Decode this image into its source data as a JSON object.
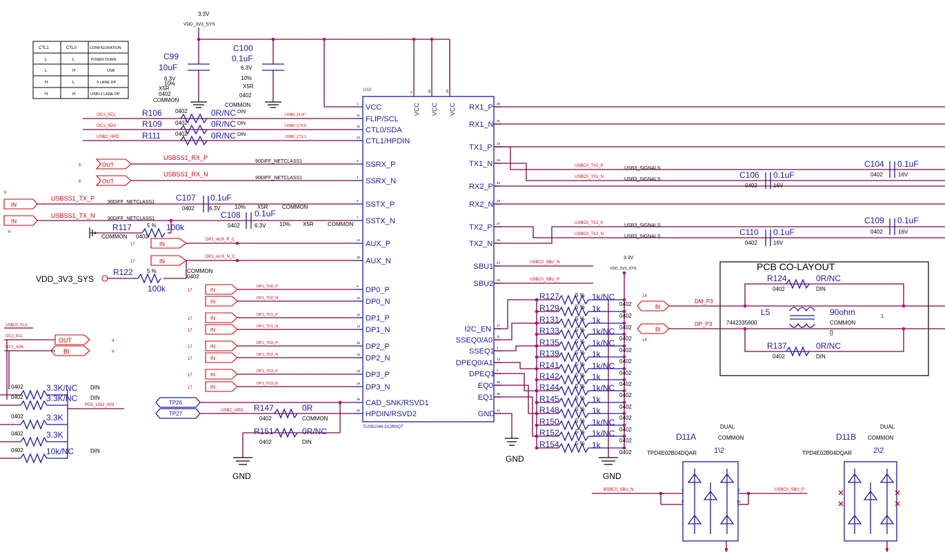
{
  "title_power": "3.3V",
  "vdd_net": "VDD_3V3_SYS",
  "config_table": {
    "headers": [
      "CTL1",
      "CTL0",
      "CONFIGURATION"
    ],
    "rows": [
      [
        "L",
        "L",
        "POWER DOWN"
      ],
      [
        "L",
        "H",
        "USB"
      ],
      [
        "H",
        "L",
        "4 LANE DP"
      ],
      [
        "H",
        "H",
        "USB+2 LANE DP"
      ]
    ]
  },
  "caps_top": [
    {
      "ref": "C99",
      "val": "10uF",
      "v": "6.3V",
      "tol": "10%",
      "diel": "X5R",
      "pkg": "0402",
      "opt": "COMMON"
    },
    {
      "ref": "C100",
      "val": "0.1uF",
      "v": "6.3V",
      "tol": "10%",
      "diel": "X5R",
      "pkg": "0402",
      "opt": "COMMON"
    }
  ],
  "ic": {
    "ref": "U13",
    "part": "TUSB1046-DCIRNQT",
    "left_pins": [
      {
        "name": "VCC",
        "num": "1"
      },
      {
        "name": "FLIP/SCL",
        "num": "21"
      },
      {
        "name": "CTL0/SDA",
        "num": "22"
      },
      {
        "name": "CTL1/HPDIN",
        "num": "23"
      },
      {
        "name": "SSRX_P",
        "num": "5"
      },
      {
        "name": "SSRX_N",
        "num": "4"
      },
      {
        "name": "SSTX_P",
        "num": "8"
      },
      {
        "name": "SSTX_N",
        "num": "7"
      },
      {
        "name": "AUX_P",
        "num": "24"
      },
      {
        "name": "AUX_N",
        "num": "25"
      },
      {
        "name": "DP0_P",
        "num": "9"
      },
      {
        "name": "DP0_N",
        "num": "10"
      },
      {
        "name": "DP1_P",
        "num": "12"
      },
      {
        "name": "DP1_N",
        "num": "13"
      },
      {
        "name": "DP2_P",
        "num": "15"
      },
      {
        "name": "DP2_N",
        "num": "16"
      },
      {
        "name": "DP3_P",
        "num": "18"
      },
      {
        "name": "DP3_N",
        "num": "19"
      },
      {
        "name": "CAD_SNK/RSVD1",
        "num": "29"
      },
      {
        "name": "HPDIN/RSVD2",
        "num": "32"
      }
    ],
    "right_pins": [
      {
        "name": "RX1_P",
        "num": "30"
      },
      {
        "name": "RX1_N",
        "num": "31"
      },
      {
        "name": "TX1_P",
        "num": "33"
      },
      {
        "name": "TX1_N",
        "num": "34"
      },
      {
        "name": "RX2_P",
        "num": "40"
      },
      {
        "name": "RX2_N",
        "num": "39"
      },
      {
        "name": "TX2_P",
        "num": "37"
      },
      {
        "name": "TX2_N",
        "num": "36"
      },
      {
        "name": "SBU1",
        "num": "27"
      },
      {
        "name": "SBU2",
        "num": "26"
      },
      {
        "name": "I2C_EN",
        "num": "17"
      },
      {
        "name": "SSEQ0/A0",
        "num": "11"
      },
      {
        "name": "SSEQ1",
        "num": "3"
      },
      {
        "name": "DPEQ0/A1",
        "num": "14"
      },
      {
        "name": "DPEQ1",
        "num": "2"
      },
      {
        "name": "EQ0",
        "num": "38"
      },
      {
        "name": "EQ1",
        "num": "35"
      },
      {
        "name": "GND",
        "num": "41"
      }
    ],
    "top_pins": [
      {
        "name": "VCC",
        "num": "6"
      },
      {
        "name": "VCC",
        "num": "20"
      },
      {
        "name": "VCC",
        "num": "28"
      }
    ]
  },
  "ctl_resistors": [
    {
      "ref": "R106",
      "pkg": "0402",
      "val": "0R/NC",
      "opt": "DIN",
      "net": "I2C1_SCL",
      "net2": "USB0_FLIP"
    },
    {
      "ref": "R109",
      "pkg": "0402",
      "val": "0R/NC",
      "opt": "DIN",
      "net": "I2C1_SDA",
      "net2": "USB0_CTL0"
    },
    {
      "ref": "R111",
      "pkg": "0402",
      "val": "0R/NC",
      "opt": "DIN",
      "net": "USBC_HPD",
      "net2": "USB0_CTL1"
    }
  ],
  "ss_ports": [
    {
      "dir": "OUT",
      "net": "USBSS1_RX_P",
      "page": "6"
    },
    {
      "dir": "OUT",
      "net": "USBSS1_RX_N",
      "page": "6"
    },
    {
      "dir": "IN",
      "net": "USBSS1_TX_P",
      "page": "6"
    },
    {
      "dir": "IN",
      "net": "USBSS1_TX_N",
      "page": "6"
    }
  ],
  "netclass": "90DIFF_NETCLASS1",
  "ss_caps": [
    {
      "ref": "C107",
      "val": "0.1uF",
      "pkg": "0402",
      "v": "6.3V",
      "tol": "10%",
      "diel": "X5R",
      "opt": "COMMON"
    },
    {
      "ref": "C108",
      "val": "0.1uF",
      "pkg": "0402",
      "v": "6.3V",
      "tol": "10%",
      "diel": "X5R",
      "opt": "COMMON"
    }
  ],
  "r117": {
    "ref": "R117",
    "tol": "5 %",
    "val": "100k",
    "pkg": "0402",
    "opt": "COMMON"
  },
  "r122": {
    "ref": "R122",
    "tol": "5 %",
    "val": "100k",
    "pkg": "0402",
    "opt": "COMMON"
  },
  "aux_ports": [
    {
      "dir": "IN",
      "net": "DP1_AUX_P_C",
      "page": "17"
    },
    {
      "dir": "IN",
      "net": "DP1_AUX_N_C",
      "page": "17"
    }
  ],
  "dp_ports": [
    {
      "dir": "IN",
      "net": "DP1_TD0_P",
      "page": "17"
    },
    {
      "dir": "IN",
      "net": "DP1_TD0_N",
      "page": ""
    },
    {
      "dir": "IN",
      "net": "DP1_TD1_P",
      "page": "17"
    },
    {
      "dir": "IN",
      "net": "DP1_TD1_N",
      "page": "17"
    },
    {
      "dir": "IN",
      "net": "DP1_TD2_P",
      "page": "17"
    },
    {
      "dir": "IN",
      "net": "DP1_TD2_N",
      "page": "17"
    },
    {
      "dir": "IN",
      "net": "DP1_TD3_P",
      "page": "17"
    },
    {
      "dir": "IN",
      "net": "DP1_TD3_N",
      "page": "17"
    }
  ],
  "tp": [
    {
      "ref": "TP26"
    },
    {
      "ref": "TP27"
    }
  ],
  "usbc_hpd": "USBC_HPD",
  "r147": {
    "ref": "R147",
    "val": "0R",
    "pkg": "0402",
    "opt": "COMMON"
  },
  "r151": {
    "ref": "R151",
    "val": "0R/NC",
    "pkg": "0402",
    "opt": "DIN"
  },
  "gnd": "GND",
  "i2c_block": {
    "flg": "USBC0_FLG",
    "scl": "I2C1_SCL",
    "sda": "I2C1_SDA",
    "out": "OUT",
    "bi": "BI",
    "page": "4",
    "pdc": "PDC_LDO_3V3",
    "res": [
      {
        "pkg": "0402",
        "val": "3.3K/NC",
        "opt": "DIN"
      },
      {
        "pkg": "0402",
        "val": "3.3K/NC",
        "opt": "DIN"
      },
      {
        "pkg": "0402",
        "val": "3.3K",
        "opt": ""
      },
      {
        "pkg": "0402",
        "val": "3.3K",
        "opt": ""
      },
      {
        "pkg": "0402",
        "val": "10k/NC",
        "opt": "DIN"
      }
    ]
  },
  "rx_nets": [
    {
      "net": "USBC0_TX1_P",
      "cls": "USB3_SIGNALS"
    },
    {
      "net": "USBC0_TX1_N",
      "cls": "USB3_SIGNALS"
    },
    {
      "net": "USBC0_TX2_P",
      "cls": "USB3_SIGNALS"
    },
    {
      "net": "USBC0_TX2_N",
      "cls": "USB3_SIGNALS"
    }
  ],
  "tx_caps": [
    {
      "ref": "C106",
      "val": "0.1uF",
      "pkg": "0402",
      "v": "16V"
    },
    {
      "ref": "C104",
      "val": "0.1uF",
      "pkg": "0402",
      "v": "16V"
    },
    {
      "ref": "C110",
      "val": "0.1uF",
      "pkg": "0402",
      "v": "16V"
    },
    {
      "ref": "C109",
      "val": "0.1uF",
      "pkg": "0402",
      "v": "16V"
    }
  ],
  "sbu_nets": [
    "USBC0_SBU_N",
    "USBC0_SBU_P"
  ],
  "eq_res": [
    {
      "ref": "R127",
      "val": "1k/NC"
    },
    {
      "ref": "R129",
      "val": "1k"
    },
    {
      "ref": "R131",
      "val": "1k"
    },
    {
      "ref": "R133",
      "val": "1k/NC"
    },
    {
      "ref": "R135",
      "val": "1k/NC"
    },
    {
      "ref": "R139",
      "val": "1k"
    },
    {
      "ref": "R141",
      "val": "1k/NC"
    },
    {
      "ref": "R142",
      "val": "1k"
    },
    {
      "ref": "R144",
      "val": "1k/NC"
    },
    {
      "ref": "R145",
      "val": "1k"
    },
    {
      "ref": "R148",
      "val": "1k"
    },
    {
      "ref": "R150",
      "val": "1k/NC"
    },
    {
      "ref": "R152",
      "val": "1k/NC"
    },
    {
      "ref": "R154",
      "val": "1k"
    }
  ],
  "eq_tol": "5 %",
  "eq_pkg": "0402",
  "pcb": {
    "title": "PCB CO-LAYOUT",
    "r124": {
      "ref": "R124",
      "val": "0R/NC",
      "pkg": "0402",
      "opt": "DIN"
    },
    "l5": {
      "ref": "L5",
      "pn": "7442335900",
      "val": "90ohm",
      "opt": "COMMON",
      "pin": "1",
      "bracket": "[]"
    },
    "r137": {
      "ref": "R137",
      "val": "0R/NC",
      "pkg": "0402",
      "opt": "DIN"
    },
    "ports": [
      {
        "dir": "BI",
        "net": "DM_P3",
        "page": "14"
      },
      {
        "dir": "BI",
        "net": "DP_P3",
        "page": "14"
      }
    ]
  },
  "diodes": [
    {
      "ref": "D11A",
      "part": "TPD4E02B04DQAR",
      "opt1": "DUAL",
      "opt2": "COMMON",
      "sect": "1\\2",
      "p1": "2",
      "p2": "9",
      "p3": "1",
      "p4": "10"
    },
    {
      "ref": "D11B",
      "part": "TPD4E02B04DQAR",
      "opt1": "DUAL",
      "opt2": "COMMON",
      "sect": "2\\2"
    }
  ]
}
